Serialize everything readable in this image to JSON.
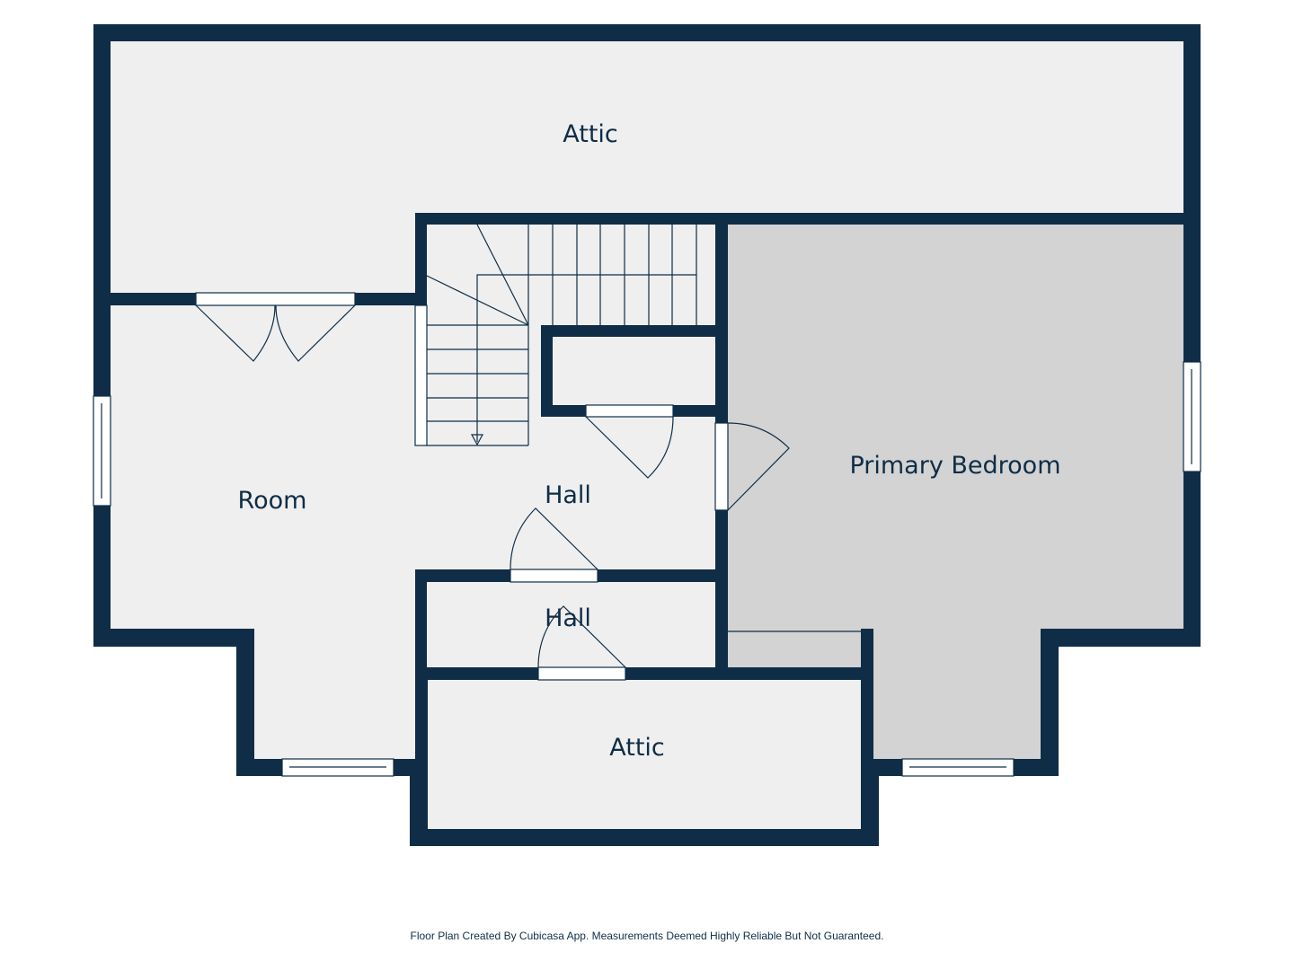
{
  "colors": {
    "wall": "#0f2d46",
    "floor": "#efefef",
    "primary_bedroom_floor": "#d3d3d3",
    "background": "#ffffff"
  },
  "rooms": {
    "attic_top": "Attic",
    "room": "Room",
    "hall_upper": "Hall",
    "hall_lower": "Hall",
    "primary_bedroom": "Primary Bedroom",
    "attic_bottom": "Attic"
  },
  "footer": {
    "text": "Floor Plan Created By Cubicasa App. Measurements Deemed Highly Reliable But Not Guaranteed."
  }
}
